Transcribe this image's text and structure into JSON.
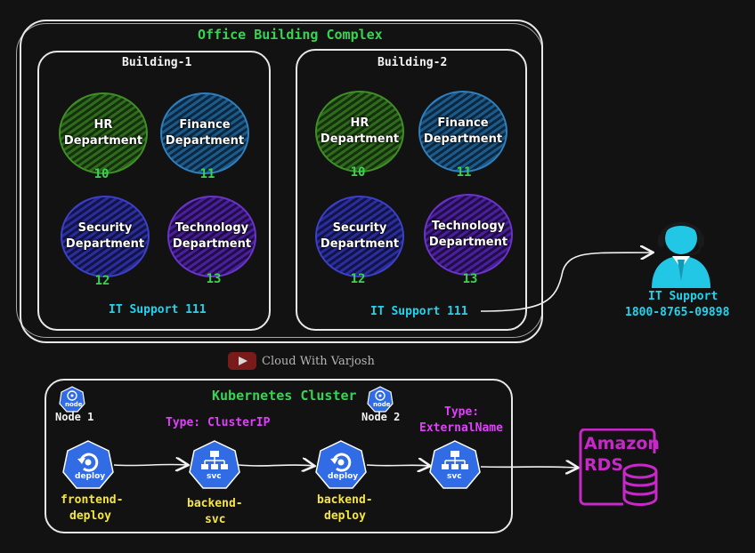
{
  "complex": {
    "title": "Office Building Complex"
  },
  "buildings": [
    {
      "name": "Building-1",
      "departments": [
        {
          "line1": "HR",
          "line2": "Department",
          "number": "10"
        },
        {
          "line1": "Finance",
          "line2": "Department",
          "number": "11"
        },
        {
          "line1": "Security",
          "line2": "Department",
          "number": "12"
        },
        {
          "line1": "Technology",
          "line2": "Department",
          "number": "13"
        }
      ],
      "it_support": "IT Support 111"
    },
    {
      "name": "Building-2",
      "departments": [
        {
          "line1": "HR",
          "line2": "Department",
          "number": "10"
        },
        {
          "line1": "Finance",
          "line2": "Department",
          "number": "11"
        },
        {
          "line1": "Security",
          "line2": "Department",
          "number": "12"
        },
        {
          "line1": "Technology",
          "line2": "Department",
          "number": "13"
        }
      ],
      "it_support": "IT Support 111"
    }
  ],
  "central_support": {
    "title": "IT Support",
    "phone": "1800-8765-09898"
  },
  "watermark": {
    "text": "Cloud With Varjosh"
  },
  "cluster": {
    "title": "Kubernetes Cluster",
    "nodes": [
      {
        "label": "Node 1",
        "icon_text": "node"
      },
      {
        "label": "Node 2",
        "icon_text": "node"
      }
    ],
    "type_clusterip": "Type: ClusterIP",
    "type_externalname_1": "Type:",
    "type_externalname_2": "ExternalName",
    "components": [
      {
        "icon_text": "deploy",
        "label1": "frontend-",
        "label2": "deploy"
      },
      {
        "icon_text": "svc",
        "label1": "backend-",
        "label2": "svc"
      },
      {
        "icon_text": "deploy",
        "label1": "backend-",
        "label2": "deploy"
      },
      {
        "icon_text": "svc",
        "label1": "",
        "label2": ""
      }
    ]
  },
  "rds": {
    "line1": "Amazon",
    "line2": "RDS"
  },
  "colors": {
    "green": "#39d353",
    "cyan": "#22d3ee",
    "magenta": "#e040fb",
    "yellow": "#f5e642",
    "k8s_blue": "#326ce5",
    "rds_magenta": "#c928c9"
  }
}
